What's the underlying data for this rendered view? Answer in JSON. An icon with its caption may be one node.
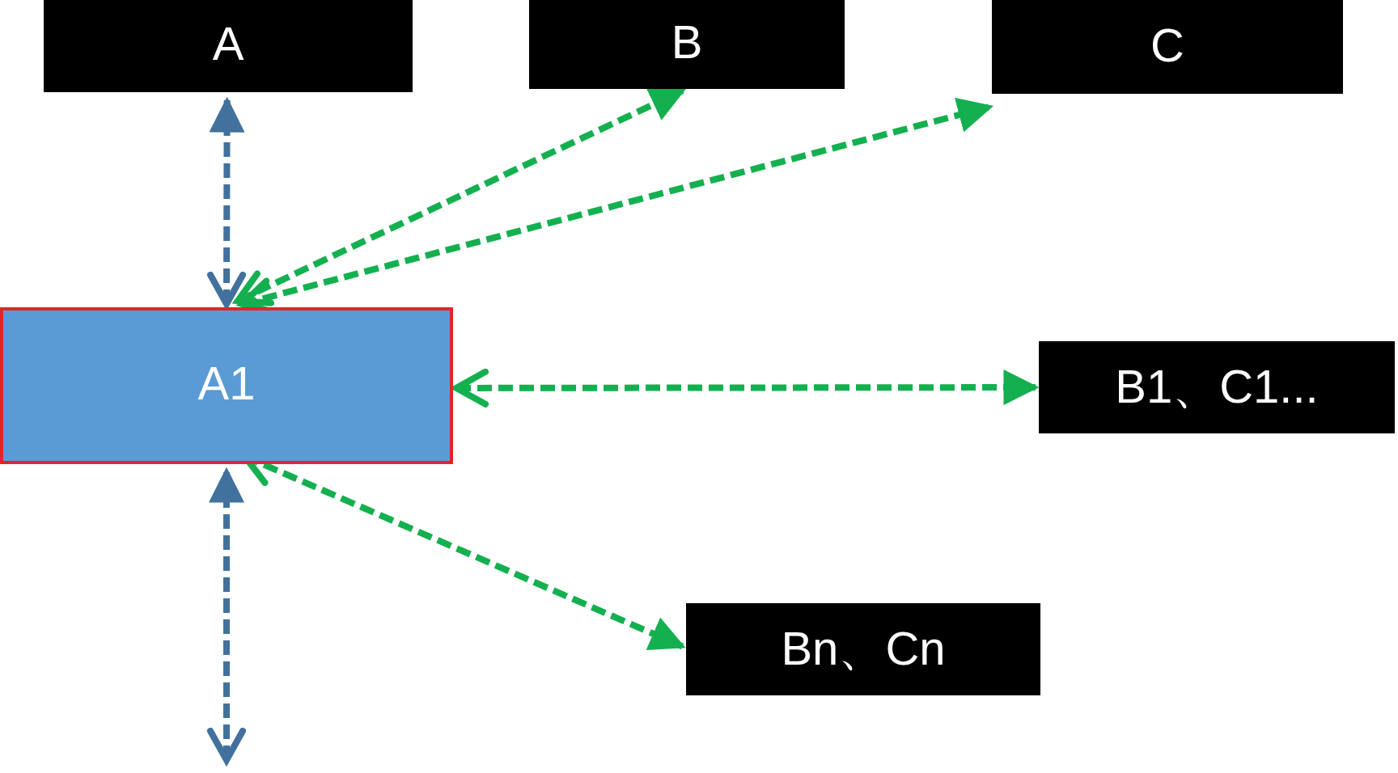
{
  "diagram": {
    "nodes": [
      {
        "text": [
          "A"
        ]
      },
      {
        "text": [
          "B"
        ]
      },
      {
        "text": [
          "C"
        ]
      },
      {
        "text": [
          "A1"
        ]
      },
      {
        "text": [
          "B1、C1..."
        ]
      },
      {
        "text": [
          "Bn、Cn"
        ]
      }
    ],
    "edges": [
      {
        "from": 3,
        "to": 0,
        "arrow": "both",
        "style": "dashed",
        "color": "#41719c"
      },
      {
        "from": 3,
        "to": 1,
        "arrow": "both",
        "style": "dashed"
      },
      {
        "from": 3,
        "to": 2,
        "arrow": "both",
        "style": "dashed"
      },
      {
        "from": 3,
        "to": 4,
        "arrow": "both",
        "style": "dashed"
      },
      {
        "from": 3,
        "to": 5,
        "arrow": "both",
        "style": "dashed"
      },
      {
        "from": null,
        "to": 3,
        "arrow": "both",
        "style": "dashed",
        "color": "#41719c"
      }
    ]
  }
}
